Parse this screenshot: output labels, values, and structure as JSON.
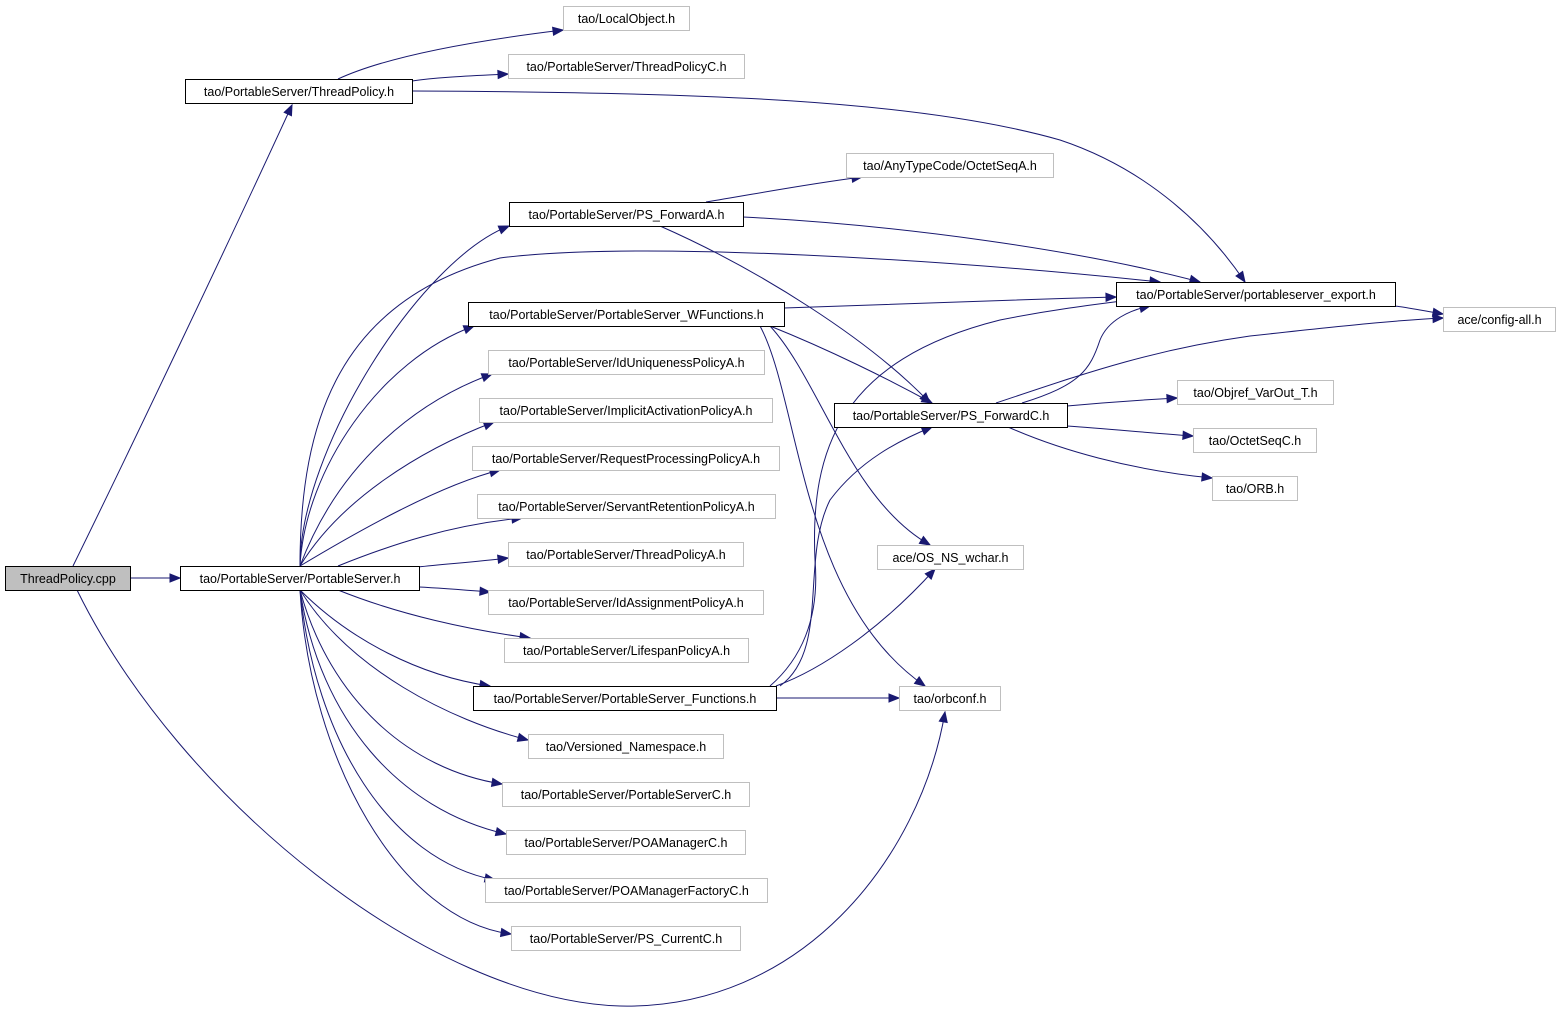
{
  "graph": {
    "edge_color": "#191970",
    "root_fill": "#bfbfbf",
    "nodes": [
      {
        "id": "n0",
        "label": "ThreadPolicy.cpp",
        "style": "root"
      },
      {
        "id": "n1",
        "label": "tao/PortableServer/ThreadPolicy.h",
        "style": "doc"
      },
      {
        "id": "n2",
        "label": "tao/LocalObject.h",
        "style": "ext"
      },
      {
        "id": "n3",
        "label": "tao/PortableServer/ThreadPolicyC.h",
        "style": "ext"
      },
      {
        "id": "n4",
        "label": "tao/PortableServer/portableserver_export.h",
        "style": "doc"
      },
      {
        "id": "n5",
        "label": "tao/AnyTypeCode/OctetSeqA.h",
        "style": "ext"
      },
      {
        "id": "n6",
        "label": "tao/PortableServer/PS_ForwardA.h",
        "style": "doc"
      },
      {
        "id": "n7",
        "label": "tao/PortableServer/PortableServer_WFunctions.h",
        "style": "doc"
      },
      {
        "id": "n8",
        "label": "ace/config-all.h",
        "style": "ext"
      },
      {
        "id": "n9",
        "label": "tao/PortableServer/IdUniquenessPolicyA.h",
        "style": "ext"
      },
      {
        "id": "n10",
        "label": "tao/Objref_VarOut_T.h",
        "style": "ext"
      },
      {
        "id": "n11",
        "label": "tao/PortableServer/ImplicitActivationPolicyA.h",
        "style": "ext"
      },
      {
        "id": "n12",
        "label": "tao/PortableServer/PS_ForwardC.h",
        "style": "doc"
      },
      {
        "id": "n13",
        "label": "tao/OctetSeqC.h",
        "style": "ext"
      },
      {
        "id": "n14",
        "label": "tao/PortableServer/RequestProcessingPolicyA.h",
        "style": "ext"
      },
      {
        "id": "n15",
        "label": "tao/ORB.h",
        "style": "ext"
      },
      {
        "id": "n16",
        "label": "tao/PortableServer/ServantRetentionPolicyA.h",
        "style": "ext"
      },
      {
        "id": "n17",
        "label": "tao/PortableServer/ThreadPolicyA.h",
        "style": "ext"
      },
      {
        "id": "n18",
        "label": "ace/OS_NS_wchar.h",
        "style": "ext"
      },
      {
        "id": "n19",
        "label": "tao/PortableServer/PortableServer.h",
        "style": "doc"
      },
      {
        "id": "n20",
        "label": "tao/PortableServer/IdAssignmentPolicyA.h",
        "style": "ext"
      },
      {
        "id": "n21",
        "label": "tao/PortableServer/LifespanPolicyA.h",
        "style": "ext"
      },
      {
        "id": "n22",
        "label": "tao/PortableServer/PortableServer_Functions.h",
        "style": "doc"
      },
      {
        "id": "n23",
        "label": "tao/orbconf.h",
        "style": "ext"
      },
      {
        "id": "n24",
        "label": "tao/Versioned_Namespace.h",
        "style": "ext"
      },
      {
        "id": "n25",
        "label": "tao/PortableServer/PortableServerC.h",
        "style": "ext"
      },
      {
        "id": "n26",
        "label": "tao/PortableServer/POAManagerC.h",
        "style": "ext"
      },
      {
        "id": "n27",
        "label": "tao/PortableServer/POAManagerFactoryC.h",
        "style": "ext"
      },
      {
        "id": "n28",
        "label": "tao/PortableServer/PS_CurrentC.h",
        "style": "ext"
      }
    ],
    "edges": [
      [
        "n0",
        "n1"
      ],
      [
        "n0",
        "n19"
      ],
      [
        "n0",
        "n23"
      ],
      [
        "n1",
        "n2"
      ],
      [
        "n1",
        "n3"
      ],
      [
        "n1",
        "n4"
      ],
      [
        "n19",
        "n6"
      ],
      [
        "n19",
        "n4"
      ],
      [
        "n19",
        "n7"
      ],
      [
        "n19",
        "n9"
      ],
      [
        "n19",
        "n11"
      ],
      [
        "n19",
        "n14"
      ],
      [
        "n19",
        "n16"
      ],
      [
        "n19",
        "n17"
      ],
      [
        "n19",
        "n20"
      ],
      [
        "n19",
        "n21"
      ],
      [
        "n19",
        "n22"
      ],
      [
        "n19",
        "n24"
      ],
      [
        "n19",
        "n25"
      ],
      [
        "n19",
        "n26"
      ],
      [
        "n19",
        "n27"
      ],
      [
        "n19",
        "n28"
      ],
      [
        "n6",
        "n5"
      ],
      [
        "n6",
        "n4"
      ],
      [
        "n6",
        "n12"
      ],
      [
        "n7",
        "n4"
      ],
      [
        "n7",
        "n12"
      ],
      [
        "n7",
        "n18"
      ],
      [
        "n7",
        "n23"
      ],
      [
        "n4",
        "n8"
      ],
      [
        "n12",
        "n4"
      ],
      [
        "n12",
        "n8"
      ],
      [
        "n12",
        "n10"
      ],
      [
        "n12",
        "n13"
      ],
      [
        "n12",
        "n15"
      ],
      [
        "n22",
        "n4"
      ],
      [
        "n22",
        "n12"
      ],
      [
        "n22",
        "n18"
      ],
      [
        "n22",
        "n23"
      ]
    ]
  }
}
